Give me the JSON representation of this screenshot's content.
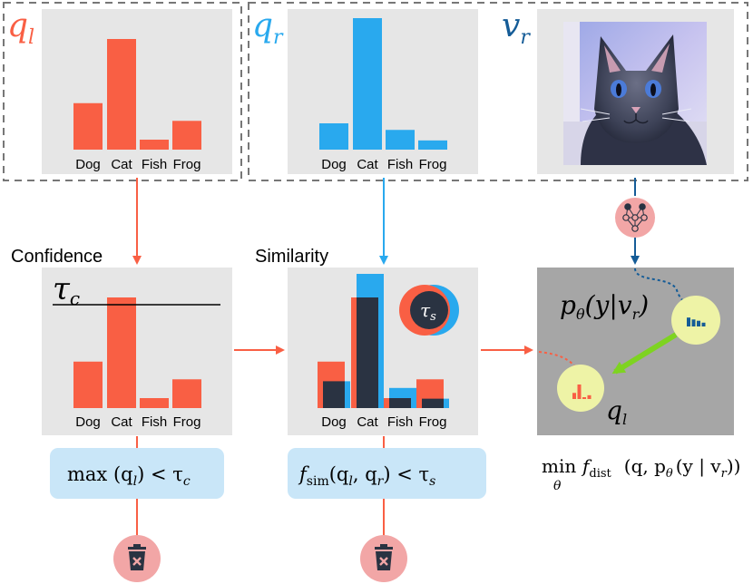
{
  "categories": [
    "Dog",
    "Cat",
    "Fish",
    "Frog"
  ],
  "panels": {
    "ql": {
      "symbol": "q",
      "sub": "l",
      "values": [
        0.42,
        1.0,
        0.09,
        0.26
      ]
    },
    "qr": {
      "symbol": "q",
      "sub": "r",
      "values": [
        0.2,
        1.0,
        0.15,
        0.07
      ]
    },
    "vr": {
      "symbol": "v",
      "sub": "r"
    }
  },
  "confidence": {
    "title": "Confidence",
    "threshold_symbol": "τ",
    "threshold_sub": "c",
    "values": [
      0.42,
      1.0,
      0.09,
      0.26
    ],
    "rule": "max (q",
    "rule_sub": "l",
    "rule_tail": ") < τ",
    "rule_tail_sub": "c"
  },
  "similarity": {
    "title": "Similarity",
    "badge_symbol": "τ",
    "badge_sub": "s",
    "values_l": [
      0.42,
      1.0,
      0.09,
      0.26
    ],
    "values_r": [
      0.2,
      1.0,
      0.15,
      0.07
    ],
    "rule_f": "f",
    "rule_f_sub": "sim",
    "rule_args": "(q",
    "rule_args_sub1": "l",
    "rule_mid": ", q",
    "rule_args_sub2": "r",
    "rule_tail": ") < τ",
    "rule_tail_sub": "s"
  },
  "distillation": {
    "p_label": "p",
    "p_sub": "θ",
    "p_arg": "(y|v",
    "p_arg_sub": "r",
    "p_close": ")",
    "q_symbol": "q",
    "q_sub": "l",
    "min_label": "min",
    "min_sub": "θ",
    "f_label": "f",
    "f_sub": "dist",
    "objective": "(q, p",
    "objective_sub": "θ",
    "objective_tail": "(y | v",
    "objective_tail_sub": "r",
    "objective_close": "))"
  },
  "colors": {
    "red": "#f95f44",
    "blue": "#29a9ee",
    "dark": "#2a3342",
    "navy": "#155c97",
    "gray_panel": "#e6e6e6",
    "dark_panel": "#a6a6a6",
    "light_blue_box": "#c9e6f8",
    "pink_circle": "#f2a6a6",
    "yellow_circle": "#eef3a6",
    "green_arrow": "#7ed321"
  },
  "icons": {
    "trash": "trash-icon",
    "network": "neural-network-icon",
    "cat_image": "cat-photo"
  }
}
